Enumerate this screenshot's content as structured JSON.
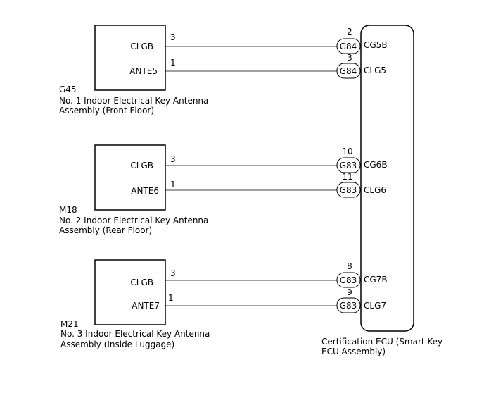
{
  "antennas": [
    {
      "code": "G45",
      "name_line1": "No. 1 Indoor Electrical Key Antenna",
      "name_line2": "Assembly (Front Floor)",
      "pins": [
        {
          "label": "CLGB",
          "pin_no": "3",
          "ecu_pin_no": "2",
          "connector": "G84",
          "ecu_label": "CG5B"
        },
        {
          "label": "ANTE5",
          "pin_no": "1",
          "ecu_pin_no": "3",
          "connector": "G84",
          "ecu_label": "CLG5"
        }
      ]
    },
    {
      "code": "M18",
      "name_line1": "No. 2 Indoor Electrical Key Antenna",
      "name_line2": "Assembly (Rear Floor)",
      "pins": [
        {
          "label": "CLGB",
          "pin_no": "3",
          "ecu_pin_no": "10",
          "connector": "G83",
          "ecu_label": "CG6B"
        },
        {
          "label": "ANTE6",
          "pin_no": "1",
          "ecu_pin_no": "11",
          "connector": "G83",
          "ecu_label": "CLG6"
        }
      ]
    },
    {
      "code": "M21",
      "name_line1": "No. 3 Indoor Electrical Key Antenna",
      "name_line2": "Assembly (Inside Luggage)",
      "pins": [
        {
          "label": "CLGB",
          "pin_no": "3",
          "ecu_pin_no": "8",
          "connector": "G83",
          "ecu_label": "CG7B"
        },
        {
          "label": "ANTE7",
          "pin_no": "1",
          "ecu_pin_no": "9",
          "connector": "G83",
          "ecu_label": "CLG7"
        }
      ]
    }
  ],
  "ecu": {
    "name_line1": "Certification ECU (Smart Key",
    "name_line2": "ECU Assembly)"
  }
}
